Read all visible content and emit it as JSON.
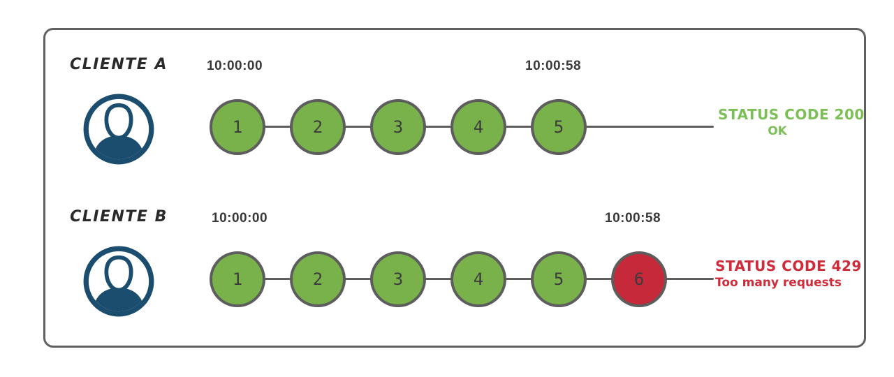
{
  "diagram": {
    "topic": "rate-limiting",
    "colors": {
      "request_ok_fill": "#79b14a",
      "request_error_fill": "#c5293a",
      "stroke_gray": "#5d5d5d",
      "avatar_navy": "#1b4d6e",
      "status_success_text": "#7dbf57",
      "status_error_text": "#cf2b3a",
      "timestamp_text": "#383838"
    },
    "rows": [
      {
        "label": "CLIENTE A",
        "start_time": "10:00:00",
        "end_time": "10:00:58",
        "requests": [
          {
            "n": "1",
            "status": "ok"
          },
          {
            "n": "2",
            "status": "ok"
          },
          {
            "n": "3",
            "status": "ok"
          },
          {
            "n": "4",
            "status": "ok"
          },
          {
            "n": "5",
            "status": "ok"
          }
        ],
        "status_code_line": "STATUS CODE 200",
        "status_message_line": "OK",
        "status_type": "success"
      },
      {
        "label": "CLIENTE B",
        "start_time": "10:00:00",
        "end_time": "10:00:58",
        "requests": [
          {
            "n": "1",
            "status": "ok"
          },
          {
            "n": "2",
            "status": "ok"
          },
          {
            "n": "3",
            "status": "ok"
          },
          {
            "n": "4",
            "status": "ok"
          },
          {
            "n": "5",
            "status": "ok"
          },
          {
            "n": "6",
            "status": "error"
          }
        ],
        "status_code_line": "STATUS CODE 429",
        "status_message_line": "Too many requests",
        "status_type": "error"
      }
    ]
  }
}
